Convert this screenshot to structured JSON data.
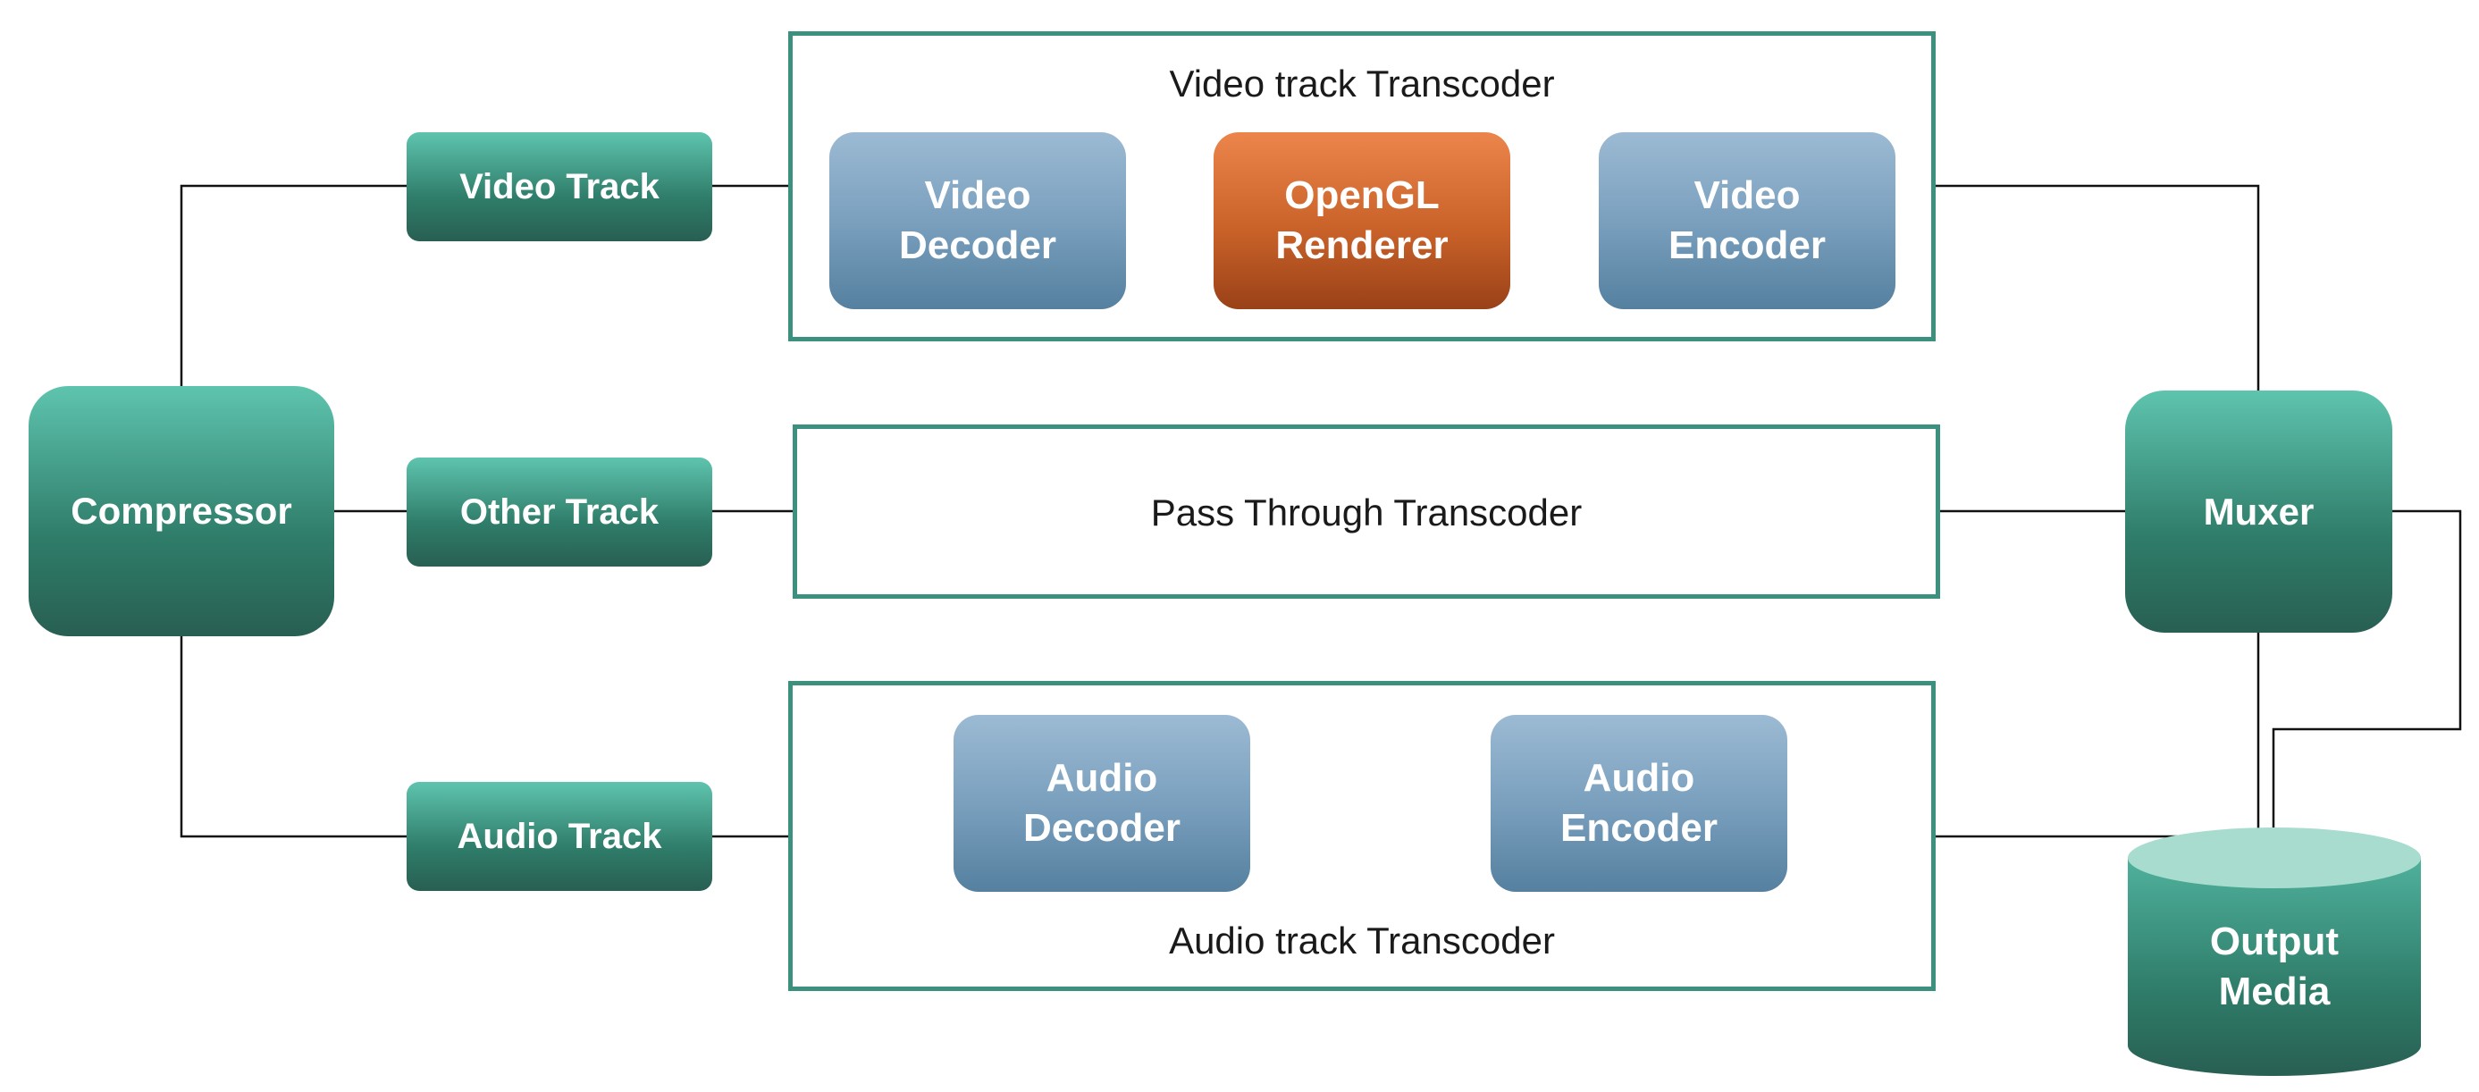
{
  "diagram": {
    "compressor": "Compressor",
    "muxer": "Muxer",
    "output_media": "Output\nMedia",
    "tracks": {
      "video": "Video Track",
      "other": "Other Track",
      "audio": "Audio Track"
    },
    "video_transcoder": {
      "title": "Video track Transcoder",
      "decoder": "Video\nDecoder",
      "renderer": "OpenGL\nRenderer",
      "encoder": "Video\nEncoder"
    },
    "pass_through_transcoder": {
      "title": "Pass Through Transcoder"
    },
    "audio_transcoder": {
      "title": "Audio track Transcoder",
      "decoder": "Audio\nDecoder",
      "encoder": "Audio\nEncoder"
    }
  },
  "colors": {
    "frame_border": "#3c917e",
    "wire": "#111111",
    "green_top": "#5ec4ae",
    "green_bottom": "#285f53",
    "blue_top": "#9cbad3",
    "blue_bottom": "#55809f",
    "orange_top": "#ec854b",
    "orange_bottom": "#9a4118",
    "cylinder_top": "#a8dccf"
  }
}
